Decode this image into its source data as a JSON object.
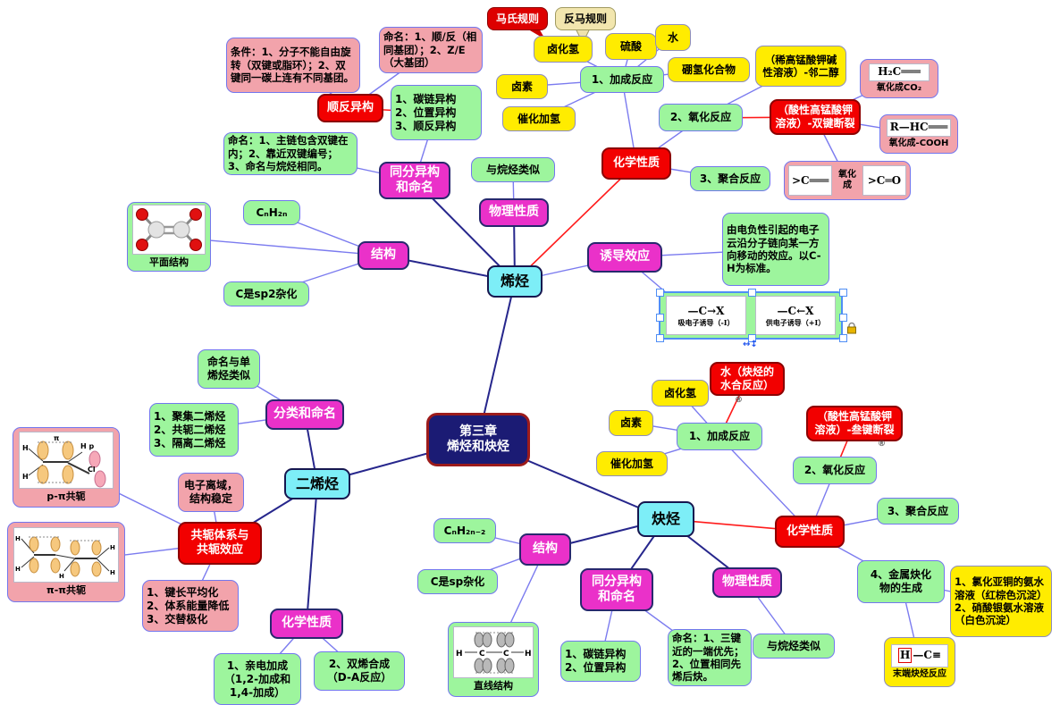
{
  "center": {
    "title": "第三章\n烯烃和炔烃"
  },
  "reg": "®",
  "alkene": {
    "topic": "烯烃",
    "structure": {
      "label": "结构",
      "formula": "CₙH₂ₙ",
      "hybridization": "C是sp2杂化",
      "planar_caption": "平面结构"
    },
    "isomerism": {
      "label": "同分异构\n和命名",
      "types": "1、碳链异构\n2、位置异构\n3、顺反异构",
      "naming_rule": "命名：1、主链包含双键在内；2、靠近双键编号；3、命名与烷烃相同。",
      "cis_trans": {
        "label": "顺反异构",
        "condition": "条件：1、分子不能自由旋转（双键或脂环）；2、双键同一碳上连有不同基团。",
        "naming": "命名：1、顺/反（相同基团）；2、Z/E（大基团）"
      }
    },
    "physical": {
      "label": "物理性质",
      "note": "与烷烃类似"
    },
    "induction": {
      "label": "诱导效应",
      "definition": "由电负性引起的电子云沿分子链向某一方向移动的效应。以C-H为标准。",
      "withdrawing": {
        "formula": "—C→X",
        "caption": "吸电子诱导（-I）"
      },
      "donating": {
        "formula": "—C←X",
        "caption": "供电子诱导（+I）"
      }
    },
    "chemical": {
      "label": "化学性质",
      "addition": {
        "label": "1、加成反应",
        "markovnikov": "马氏规则",
        "anti_markovnikov": "反马规则",
        "hx": "卤化氢",
        "h2so4": "硫酸",
        "water": "水",
        "borane": "硼氢化合物",
        "x2": "卤素",
        "h2": "催化加氢"
      },
      "oxidation": {
        "label": "2、氧化反应",
        "dilute": "（稀高锰酸钾碱\n性溶液）-邻二醇",
        "acidic": "（酸性高锰酸钾\n溶液）-双键断裂",
        "to_co2": {
          "formula": "H₂C═══",
          "caption": "氧化成CO₂"
        },
        "to_cooh": {
          "formula": "R—HC═══",
          "caption": "氧化成-COOH"
        },
        "to_ketone": {
          "formula_left": ">C═══",
          "formula_right": ">C═O",
          "caption": "氧化成"
        }
      },
      "polymerization": "3、聚合反应"
    }
  },
  "diene": {
    "topic": "二烯烃",
    "classification": {
      "label": "分类和命名",
      "note": "命名与单\n烯烃类似",
      "types": "1、聚集二烯烃\n2、共轭二烯烃\n3、隔离二烯烃"
    },
    "conjugation": {
      "label": "共轭体系与\n共轭效应",
      "p_pi_caption": "p-π共轭",
      "pi_pi_caption": "π-π共轭",
      "delocalization": "电子离域，\n结构稳定",
      "effects": "1、键长平均化\n2、体系能量降低\n3、交替极化"
    },
    "chemical": {
      "label": "化学性质",
      "electrophilic": "1、亲电加成\n（1,2-加成和\n1,4-加成）",
      "diels_alder": "2、双烯合成\n（D-A反应）"
    }
  },
  "alkyne": {
    "topic": "炔烃",
    "structure": {
      "label": "结构",
      "formula": "CₙH₂ₙ₋₂",
      "hybridization": "C是sp杂化",
      "linear_caption": "直线结构"
    },
    "isomerism": {
      "label": "同分异构\n和命名",
      "types": "1、碳链异构\n2、位置异构",
      "naming_rule": "命名：1、三键近的一端优先；2、位置相同先烯后炔。"
    },
    "physical": {
      "label": "物理性质",
      "note": "与烷烃类似"
    },
    "chemical": {
      "label": "化学性质",
      "addition": {
        "label": "1、加成反应",
        "hx": "卤化氢",
        "x2": "卤素",
        "h2": "催化加氢",
        "hydration": "水（炔烃的\n水合反应）"
      },
      "oxidation": {
        "label": "2、氧化反应",
        "acidic": "（酸性高锰酸钾\n溶液）-叁键断裂"
      },
      "polymerization": "3、聚合反应",
      "metal": {
        "label": "4、金属炔化\n物的生成",
        "tests": "1、氯化亚铜的氨水溶液（红棕色沉淀）2、硝酸银氨水溶液（白色沉淀）",
        "terminal": {
          "formula_h": "H",
          "formula_rest": "—C≡",
          "caption": "末端炔烃反应"
        }
      }
    }
  }
}
